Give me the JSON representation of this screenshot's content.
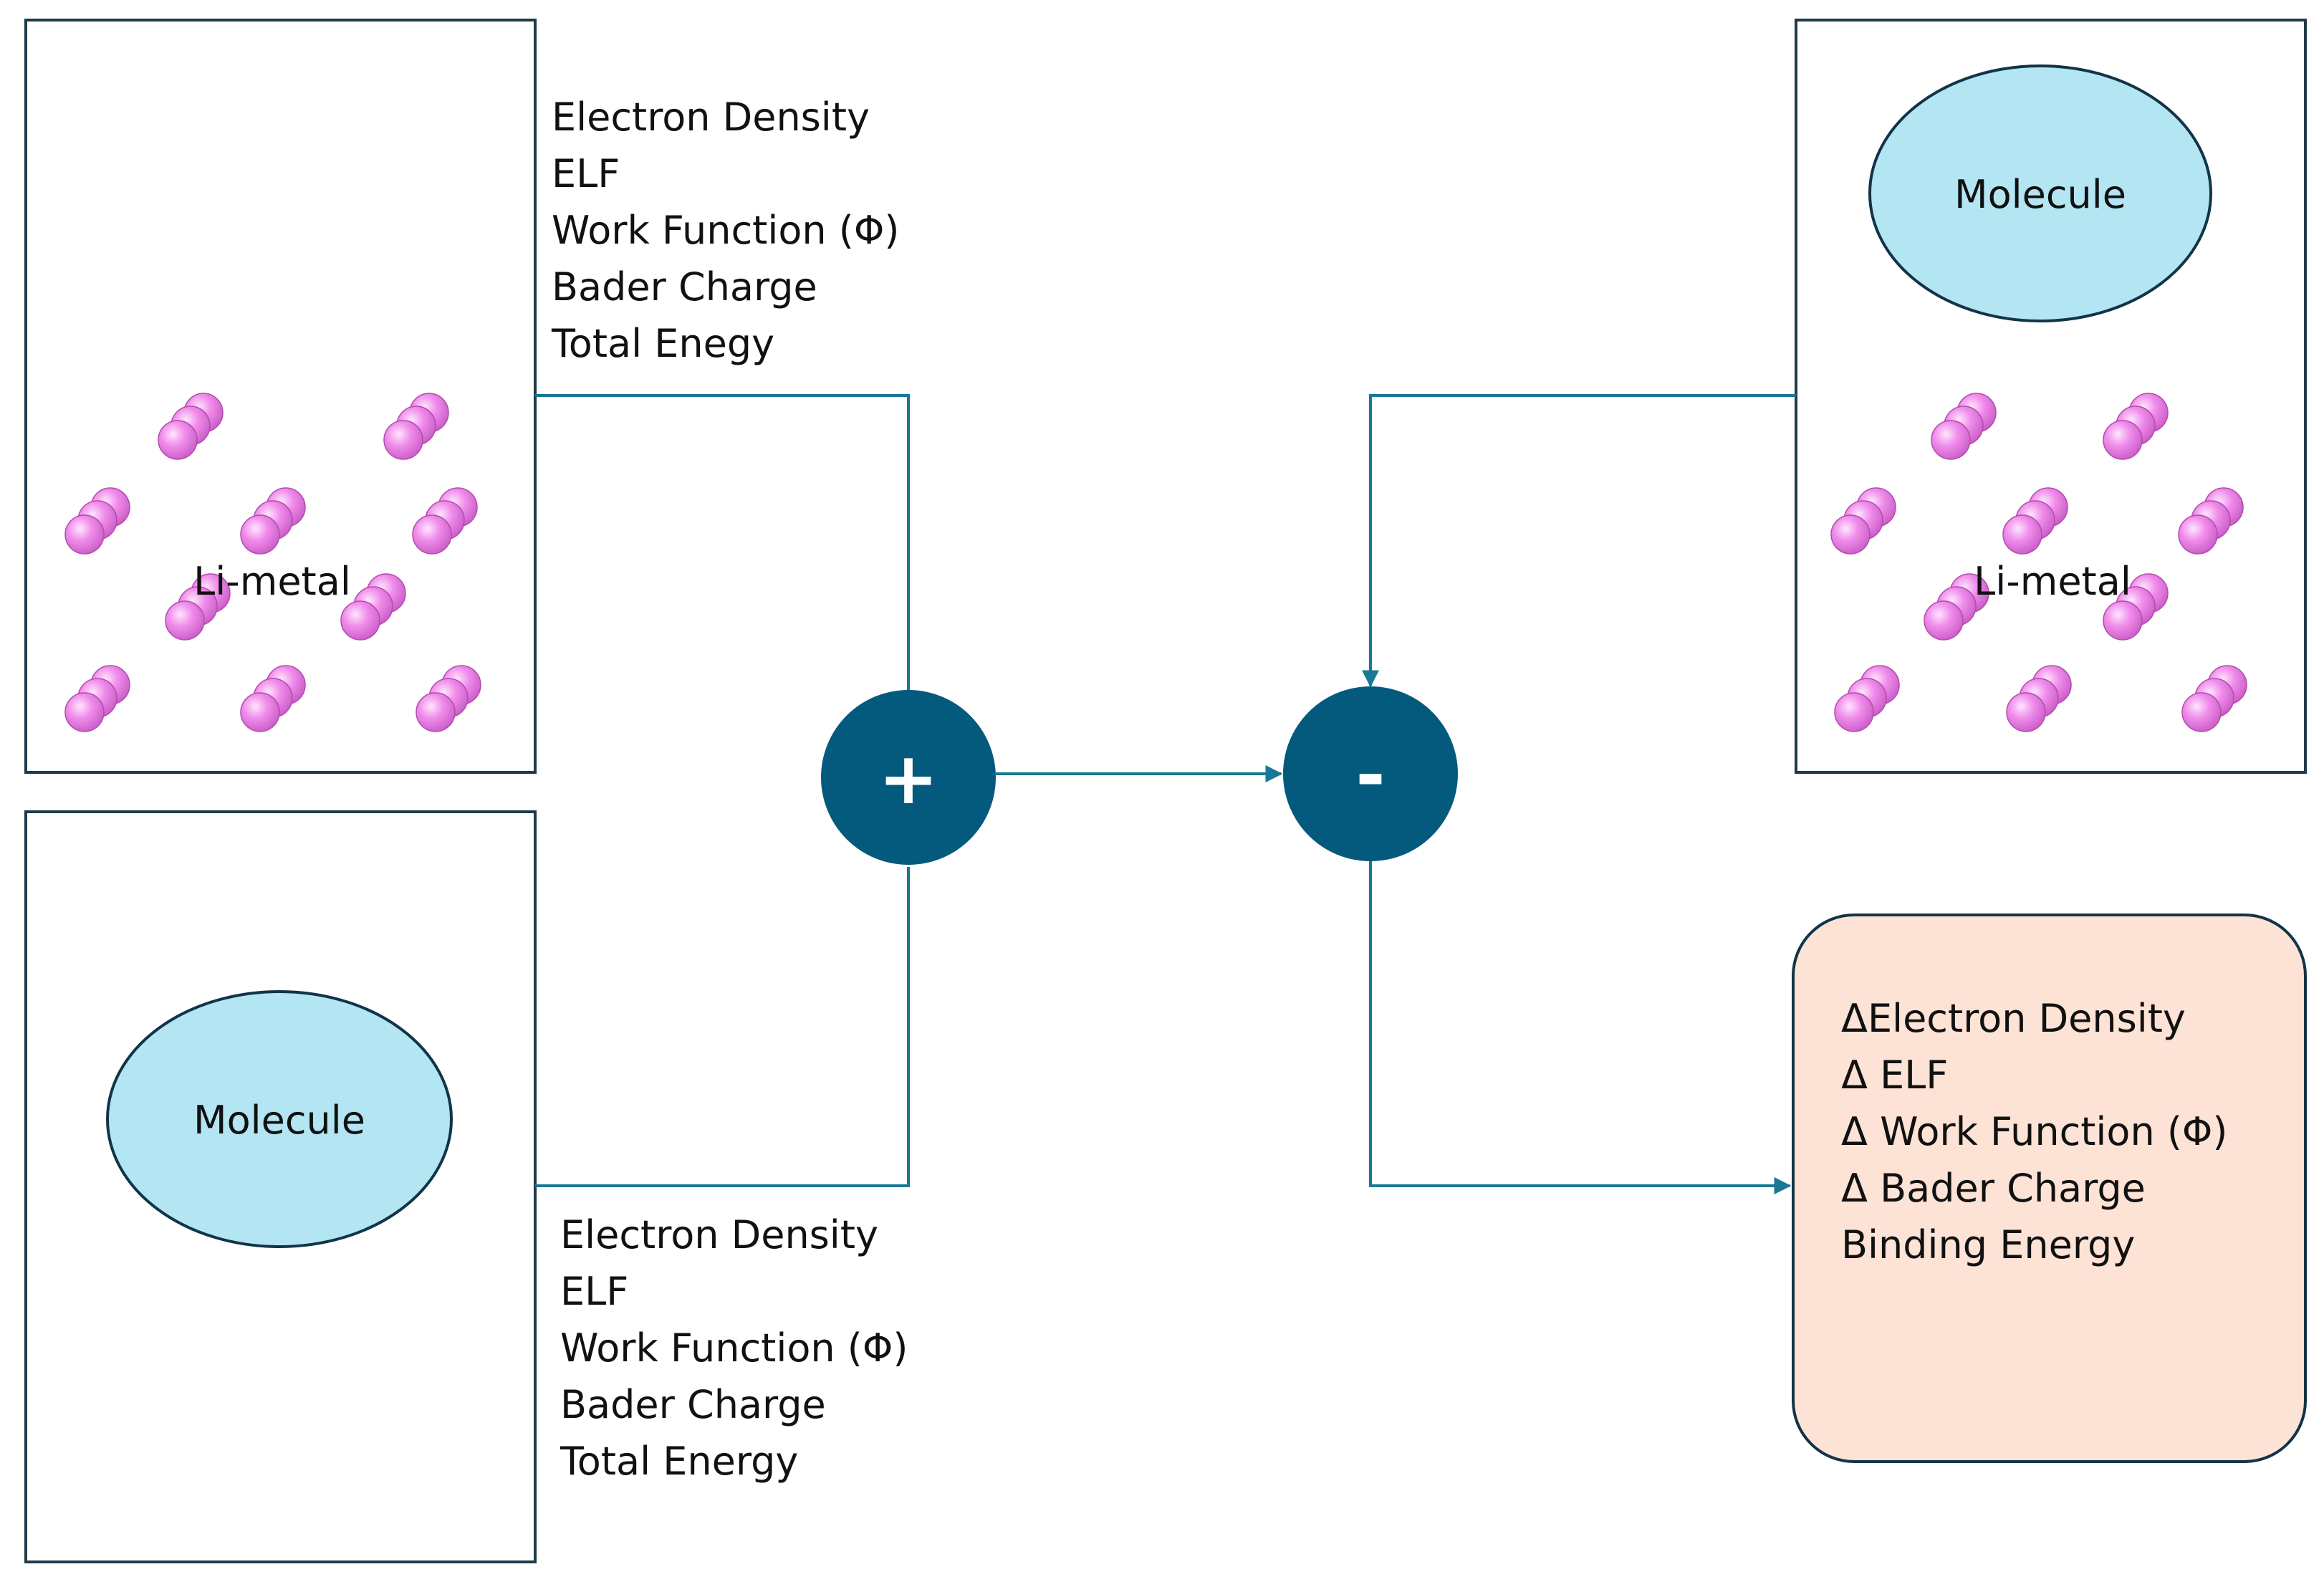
{
  "panels": {
    "top_left": {
      "label": "Li-metal"
    },
    "bottom_left": {
      "label": "Molecule"
    },
    "top_right": {
      "molecule_label": "Molecule",
      "metal_label": "Li-metal"
    }
  },
  "properties_top": [
    "Electron Density",
    "ELF",
    "Work Function (Φ)",
    "Bader Charge",
    "Total Enegy"
  ],
  "properties_bottom": [
    "Electron Density",
    "ELF",
    "Work Function (Φ)",
    "Bader Charge",
    "Total Energy"
  ],
  "results": [
    "ΔElectron Density",
    "Δ ELF",
    "Δ Work Function (Φ)",
    "Δ Bader Charge",
    "Binding Energy"
  ],
  "operators": {
    "plus": "+",
    "minus": "-"
  },
  "colors": {
    "line": "#1a7796",
    "operator": "#045a7d",
    "molecule_fill": "#b3e5f3",
    "result_fill": "#fde3d6",
    "atom": "#e77fe2"
  }
}
